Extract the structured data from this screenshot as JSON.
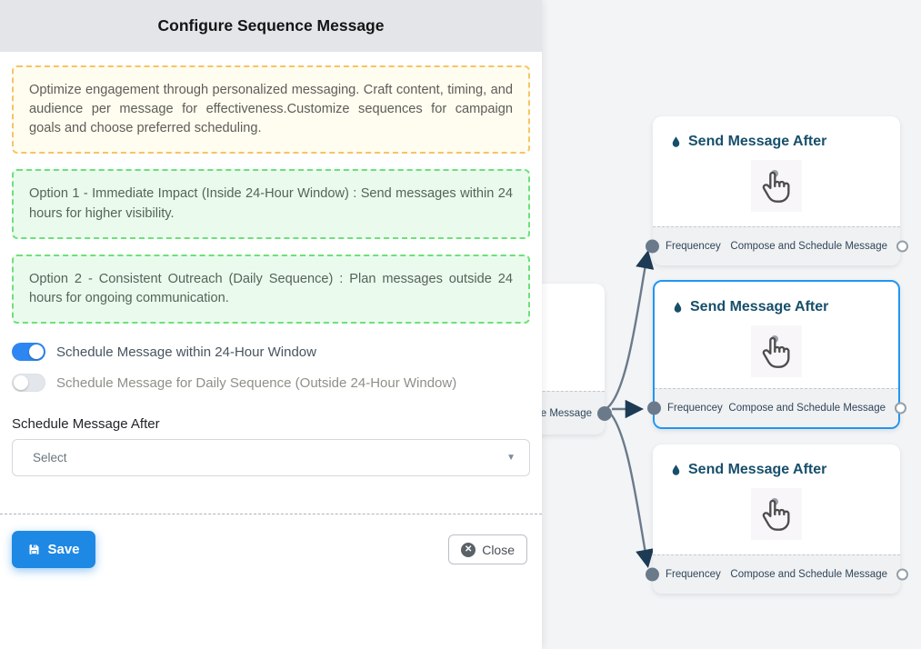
{
  "panel": {
    "title": "Configure Sequence Message",
    "info_text": "Optimize engagement through personalized messaging. Craft content, timing, and audience per message for effectiveness.Customize sequences for campaign goals and choose preferred scheduling.",
    "option1": "Option 1 - Immediate Impact (Inside 24-Hour Window) : Send messages within 24 hours for higher visibility.",
    "option2": "Option 2 - Consistent Outreach (Daily Sequence) : Plan messages outside 24 hours for ongoing communication.",
    "toggles": [
      {
        "label": "Schedule Message within 24-Hour Window",
        "state": "on"
      },
      {
        "label": "Schedule Message for Daily Sequence (Outside 24-Hour Window)",
        "state": "off"
      }
    ],
    "schedule_after_label": "Schedule Message After",
    "select_value": "Select",
    "save_label": "Save",
    "close_label": "Close"
  },
  "flow": {
    "nodes": [
      {
        "title": "Send Message After",
        "footer_left": "Frequencey",
        "footer_right": "Compose and Schedule Message",
        "selected": false
      },
      {
        "title": "Send Message After",
        "footer_left": "Frequencey",
        "footer_right": "Compose and Schedule Message",
        "selected": true
      },
      {
        "title": "Send Message After",
        "footer_left": "Frequencey",
        "footer_right": "Compose and Schedule Message",
        "selected": false
      }
    ],
    "partial_node": {
      "footer_right": "Compose and Schedule Message"
    }
  },
  "colors": {
    "accent_blue": "#1e88e5",
    "toggle_on": "#2e86f0",
    "selected_border": "#2196f3",
    "node_title": "#174f6b",
    "edge": "#6b7a8b",
    "arrow": "#1e3b55",
    "info_border": "#f6c564",
    "option_border": "#6ee07a",
    "header_bg": "#e3e5e9",
    "canvas_bg": "#f3f4f6"
  }
}
